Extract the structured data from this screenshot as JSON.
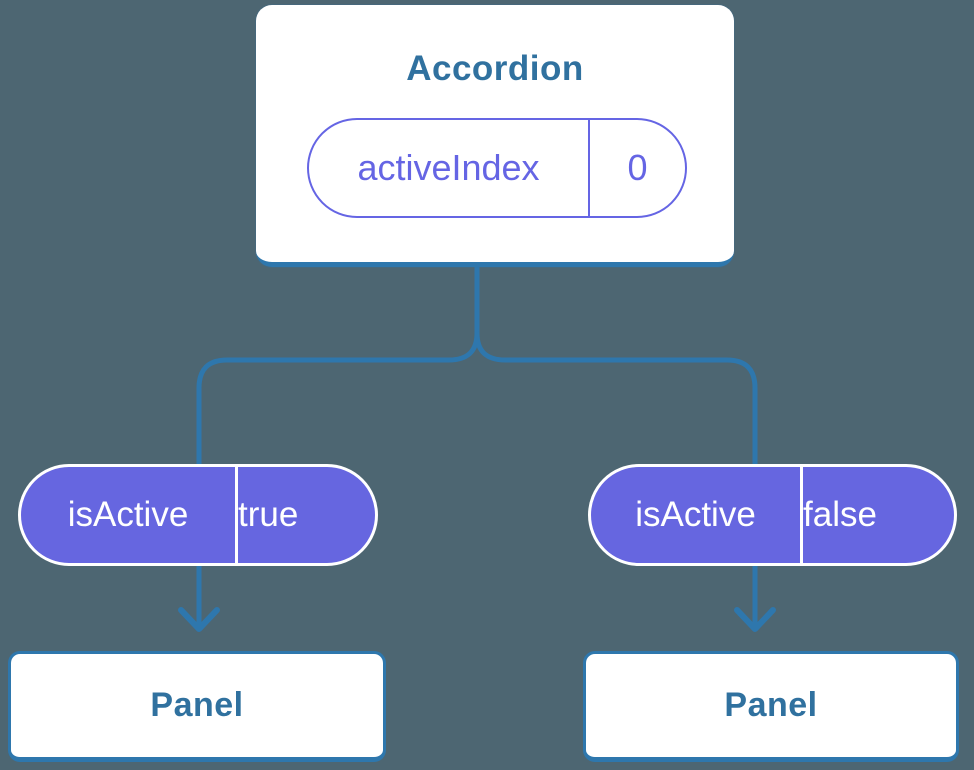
{
  "diagram": {
    "root": {
      "title": "Accordion",
      "prop": {
        "name": "activeIndex",
        "value": "0"
      }
    },
    "children": [
      {
        "prop": {
          "name": "isActive",
          "value": "true"
        },
        "target": "Panel"
      },
      {
        "prop": {
          "name": "isActive",
          "value": "false"
        },
        "target": "Panel"
      }
    ],
    "colors": {
      "background": "#4d6672",
      "line": "#2e77ad",
      "heading_text": "#30719f",
      "purple": "#6565e4",
      "pill_fill": "#6666e0",
      "card_fill": "#ffffff"
    }
  }
}
